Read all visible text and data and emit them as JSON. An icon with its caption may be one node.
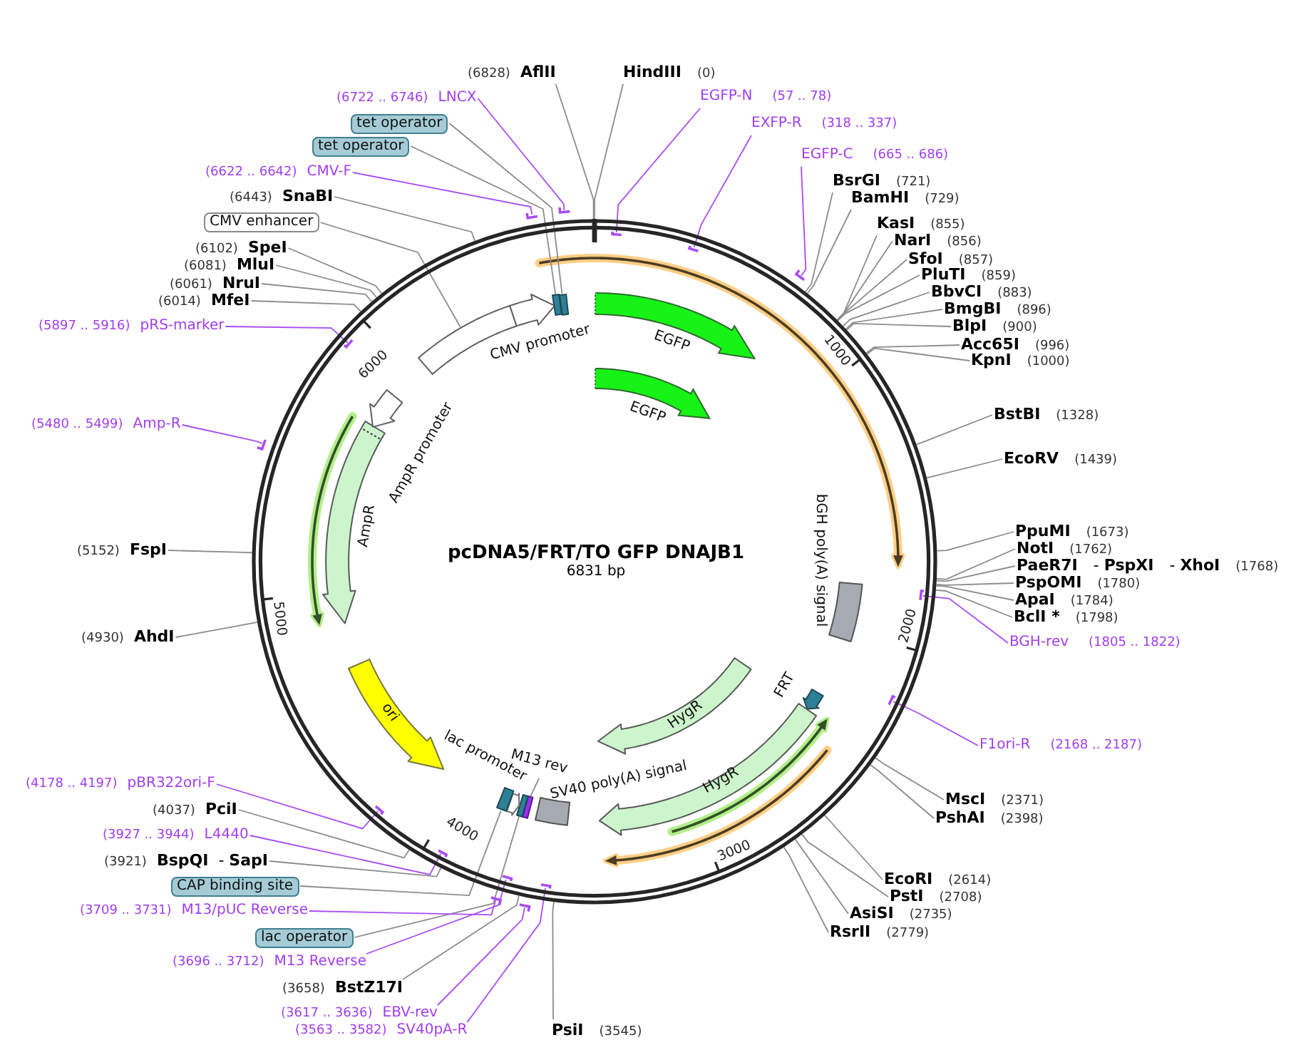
{
  "diagram": {
    "nodes": [
      {
        "text": [
          "pcDNA5/FRT/TO GFP DNAJB1",
          "6831 bp"
        ]
      },
      {
        "text": [
          "CMV promoter"
        ],
        "in": 0
      },
      {
        "text": [],
        "shape": "box",
        "in": 0
      },
      {
        "text": [],
        "shape": "box",
        "in": 0
      },
      {
        "text": [],
        "shape": "box",
        "in": 0
      },
      {
        "text": [
          "EGFP"
        ],
        "in": 0
      },
      {
        "text": [
          "EGFP"
        ],
        "in": 0
      },
      {
        "text": [
          "bGH poly(A) signal"
        ],
        "in": 0
      },
      {
        "text": [
          "FRT"
        ],
        "in": 0
      },
      {
        "text": [
          "HygR"
        ],
        "in": 0
      },
      {
        "text": [
          "HygR"
        ],
        "in": 0
      },
      {
        "text": [
          "SV40 poly(A) signal"
        ],
        "in": 0
      },
      {
        "text": [],
        "shape": "box",
        "in": 0
      },
      {
        "text": [],
        "shape": "box",
        "in": 0
      },
      {
        "text": [
          "lac promoter"
        ],
        "in": 0
      },
      {
        "text": [],
        "shape": "box",
        "in": 0
      },
      {
        "text": [
          "ori"
        ],
        "in": 0
      },
      {
        "text": [
          "AmpR"
        ],
        "in": 0
      },
      {
        "text": [
          "AmpR promoter"
        ],
        "in": 0
      },
      {
        "text": [
          "HindIII",
          "(0)"
        ]
      },
      {
        "text": [
          "EGFP-N",
          "(57 .. 78)"
        ]
      },
      {
        "text": [
          "EXFP-R",
          "(318 .. 337)"
        ]
      },
      {
        "text": [
          "EGFP-C",
          "(665 .. 686)"
        ]
      },
      {
        "text": [
          "BsrGI",
          "(721)"
        ]
      },
      {
        "text": [
          "BamHI",
          "(729)"
        ]
      },
      {
        "text": [
          "KasI",
          "(855)"
        ]
      },
      {
        "text": [
          "NarI",
          "(856)"
        ]
      },
      {
        "text": [
          "SfoI",
          "(857)"
        ]
      },
      {
        "text": [
          "PluTI",
          "(859)"
        ]
      },
      {
        "text": [
          "BbvCI",
          "(883)"
        ]
      },
      {
        "text": [
          "BmgBI",
          "(896)"
        ]
      },
      {
        "text": [
          "BlpI",
          "(900)"
        ]
      },
      {
        "text": [
          "Acc65I",
          "(996)"
        ]
      },
      {
        "text": [
          "KpnI",
          "(1000)"
        ]
      },
      {
        "text": [
          "BstBI",
          "(1328)"
        ]
      },
      {
        "text": [
          "EcoRV",
          "(1439)"
        ]
      },
      {
        "text": [
          "PpuMI",
          "(1673)"
        ]
      },
      {
        "text": [
          "NotI",
          "(1762)"
        ]
      },
      {
        "text": [
          "PaeR7I",
          "- **PspXI**",
          "- **XhoI**",
          "(1768)"
        ]
      },
      {
        "text": [
          "PspOMI",
          "(1780)"
        ]
      },
      {
        "text": [
          "ApaI",
          "(1784)"
        ]
      },
      {
        "text": [
          "BclI *",
          "(1798)"
        ]
      },
      {
        "text": [
          "BGH-rev",
          "(1805 .. 1822)"
        ]
      },
      {
        "text": [
          "F1ori-R",
          "(2168 .. 2187)"
        ]
      },
      {
        "text": [
          "MscI",
          "(2371)"
        ]
      },
      {
        "text": [
          "PshAI",
          "(2398)"
        ]
      },
      {
        "text": [
          "EcoRI",
          "(2614)"
        ]
      },
      {
        "text": [
          "PstI",
          "(2708)"
        ]
      },
      {
        "text": [
          "AsiSI",
          "(2735)"
        ]
      },
      {
        "text": [
          "RsrII",
          "(2779)"
        ]
      },
      {
        "text": [
          "PsiI",
          "(3545)"
        ]
      },
      {
        "text": [
          "(3563 .. 3582)",
          "SV40pA-R"
        ]
      },
      {
        "text": [
          "(3617 .. 3636)",
          "EBV-rev"
        ]
      },
      {
        "text": [
          "(3658)",
          "BstZ17I"
        ]
      },
      {
        "text": [
          "(3696 .. 3712)",
          "M13 Reverse"
        ]
      },
      {
        "text": [
          "lac operator"
        ]
      },
      {
        "text": [
          "(3709 .. 3731)",
          "M13/pUC Reverse"
        ]
      },
      {
        "text": [
          "CAP binding site"
        ]
      },
      {
        "text": [
          "(3921)",
          "BspQI",
          "- **SapI**"
        ]
      },
      {
        "text": [
          "(3927 .. 3944)",
          "L4440"
        ]
      },
      {
        "text": [
          "(4037)",
          "PciI"
        ]
      },
      {
        "text": [
          "(4178 .. 4197)",
          "pBR322ori-F"
        ]
      },
      {
        "text": [
          "(4930)",
          "AhdI"
        ]
      },
      {
        "text": [
          "(5152)",
          "FspI"
        ]
      },
      {
        "text": [
          "(5480 .. 5499)",
          "Amp-R"
        ]
      },
      {
        "text": [
          "(5897 .. 5916)",
          "pRS-marker"
        ]
      },
      {
        "text": [
          "(6014)",
          "MfeI"
        ]
      },
      {
        "text": [
          "(6061)",
          "NruI"
        ]
      },
      {
        "text": [
          "(6081)",
          "MluI"
        ]
      },
      {
        "text": [
          "(6102)",
          "SpeI"
        ]
      },
      {
        "text": [
          "CMV enhancer"
        ]
      },
      {
        "text": [
          "(6443)",
          "SnaBI"
        ]
      },
      {
        "text": [
          "(6622 .. 6642)",
          "CMV-F"
        ]
      },
      {
        "text": [
          "tet operator"
        ]
      },
      {
        "text": [
          "tet operator"
        ]
      },
      {
        "text": [
          "(6722 .. 6746)",
          "LNCX"
        ]
      },
      {
        "text": [
          "(6828)",
          "AflII"
        ]
      },
      {
        "text": [
          "M13 rev"
        ],
        "in": 0
      },
      {
        "text": [],
        "shape": "bar",
        "in": 0
      },
      {
        "text": [],
        "shape": "bar",
        "in": 0
      },
      {
        "text": [],
        "shape": "bar"
      },
      {
        "text": [],
        "shape": "bar",
        "in": 0
      },
      {
        "text": [],
        "shape": "bar",
        "in": 0
      },
      {
        "text": [],
        "shape": "bar",
        "in": 0
      },
      {
        "text": [],
        "shape": "bar"
      },
      {
        "text": [],
        "shape": "bar",
        "in": 0
      },
      {
        "text": [],
        "shape": "bar"
      },
      {
        "text": [],
        "shape": "bar",
        "in": 0
      },
      {
        "text": [],
        "shape": "bar",
        "in": 0
      },
      {
        "text": [],
        "shape": "bar"
      },
      {
        "text": [],
        "shape": "bar",
        "in": 0
      },
      {
        "text": [],
        "shape": "bar"
      },
      {
        "text": [],
        "shape": "bar"
      }
    ],
    "edges": [
      {
        "from": 19,
        "to": 0,
        "arrow": "none"
      },
      {
        "from": 20,
        "to": 78,
        "arrow": "none",
        "color": "#a94cf3"
      },
      {
        "from": 21,
        "to": 79,
        "arrow": "none",
        "color": "#a94cf3"
      },
      {
        "from": 22,
        "to": 80,
        "arrow": "none",
        "color": "#a94cf3"
      },
      {
        "from": 23,
        "to": 0,
        "arrow": "none"
      },
      {
        "from": 24,
        "to": 0,
        "arrow": "none"
      },
      {
        "from": 25,
        "to": 0,
        "arrow": "none"
      },
      {
        "from": 26,
        "to": 0,
        "arrow": "none"
      },
      {
        "from": 27,
        "to": 0,
        "arrow": "none"
      },
      {
        "from": 28,
        "to": 0,
        "arrow": "none"
      },
      {
        "from": 29,
        "to": 0,
        "arrow": "none"
      },
      {
        "from": 30,
        "to": 0,
        "arrow": "none"
      },
      {
        "from": 31,
        "to": 0,
        "arrow": "none"
      },
      {
        "from": 32,
        "to": 0,
        "arrow": "none"
      },
      {
        "from": 33,
        "to": 0,
        "arrow": "none"
      },
      {
        "from": 34,
        "to": 0,
        "arrow": "none"
      },
      {
        "from": 35,
        "to": 0,
        "arrow": "none"
      },
      {
        "from": 36,
        "to": 0,
        "arrow": "none"
      },
      {
        "from": 37,
        "to": 0,
        "arrow": "none"
      },
      {
        "from": 38,
        "to": 0,
        "arrow": "none"
      },
      {
        "from": 39,
        "to": 0,
        "arrow": "none"
      },
      {
        "from": 40,
        "to": 0,
        "arrow": "none"
      },
      {
        "from": 41,
        "to": 0,
        "arrow": "none"
      },
      {
        "from": 42,
        "to": 81,
        "arrow": "none",
        "color": "#a94cf3"
      },
      {
        "from": 43,
        "to": 82,
        "arrow": "none",
        "color": "#a94cf3"
      },
      {
        "from": 44,
        "to": 0,
        "arrow": "none"
      },
      {
        "from": 45,
        "to": 0,
        "arrow": "none"
      },
      {
        "from": 46,
        "to": 0,
        "arrow": "none"
      },
      {
        "from": 47,
        "to": 0,
        "arrow": "none"
      },
      {
        "from": 48,
        "to": 0,
        "arrow": "none"
      },
      {
        "from": 49,
        "to": 0,
        "arrow": "none"
      },
      {
        "from": 50,
        "to": 0,
        "arrow": "none"
      },
      {
        "from": 51,
        "to": 83,
        "arrow": "none",
        "color": "#a94cf3"
      },
      {
        "from": 52,
        "to": 84,
        "arrow": "none",
        "color": "#a94cf3"
      },
      {
        "from": 53,
        "to": 0,
        "arrow": "none"
      },
      {
        "from": 54,
        "to": 85,
        "arrow": "none",
        "color": "#a94cf3"
      },
      {
        "from": 55,
        "to": 13,
        "arrow": "none"
      },
      {
        "from": 56,
        "to": 86,
        "arrow": "none",
        "color": "#a94cf3"
      },
      {
        "from": 57,
        "to": 15,
        "arrow": "none"
      },
      {
        "from": 58,
        "to": 0,
        "arrow": "none"
      },
      {
        "from": 59,
        "to": 87,
        "arrow": "none",
        "color": "#a94cf3"
      },
      {
        "from": 60,
        "to": 0,
        "arrow": "none"
      },
      {
        "from": 61,
        "to": 88,
        "arrow": "none",
        "color": "#a94cf3"
      },
      {
        "from": 62,
        "to": 0,
        "arrow": "none"
      },
      {
        "from": 63,
        "to": 0,
        "arrow": "none"
      },
      {
        "from": 64,
        "to": 89,
        "arrow": "none",
        "color": "#a94cf3"
      },
      {
        "from": 65,
        "to": 90,
        "arrow": "none",
        "color": "#a94cf3"
      },
      {
        "from": 66,
        "to": 0,
        "arrow": "none"
      },
      {
        "from": 67,
        "to": 0,
        "arrow": "none"
      },
      {
        "from": 68,
        "to": 0,
        "arrow": "none"
      },
      {
        "from": 69,
        "to": 0,
        "arrow": "none"
      },
      {
        "from": 70,
        "to": 2,
        "arrow": "none"
      },
      {
        "from": 71,
        "to": 0,
        "arrow": "none"
      },
      {
        "from": 72,
        "to": 91,
        "arrow": "none",
        "color": "#a94cf3"
      },
      {
        "from": 73,
        "to": 3,
        "arrow": "none"
      },
      {
        "from": 74,
        "to": 4,
        "arrow": "none"
      },
      {
        "from": 75,
        "to": 92,
        "arrow": "none",
        "color": "#a94cf3"
      },
      {
        "from": 76,
        "to": 0,
        "arrow": "none"
      },
      {
        "from": 77,
        "to": 12,
        "arrow": "none"
      }
    ],
    "labels": [
      "1000",
      "2000",
      "3000",
      "4000",
      "5000",
      "6000"
    ]
  }
}
